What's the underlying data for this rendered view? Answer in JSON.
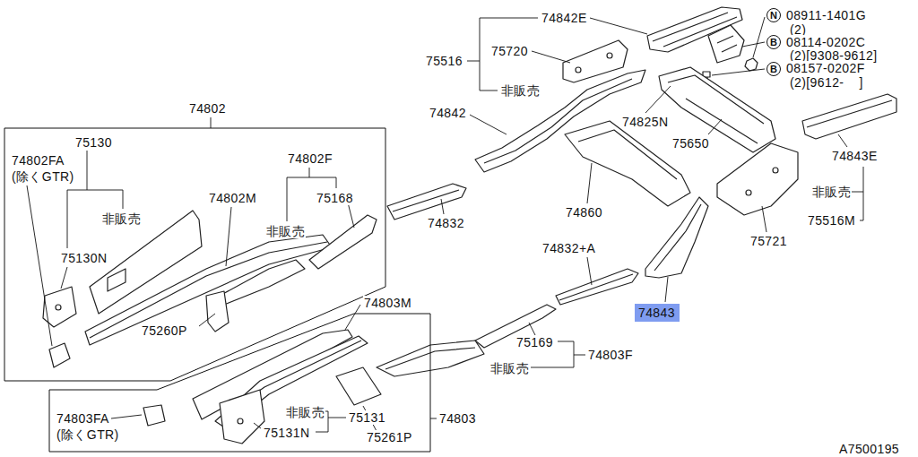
{
  "diagram": {
    "nodes": [
      {
        "text": [
          "N"
        ]
      },
      {
        "text": [
          "B"
        ]
      },
      {
        "text": [
          "B"
        ]
      },
      {
        "text": [
          "74802"
        ]
      },
      {
        "text": [
          "74843"
        ]
      },
      {
        "text": [
          "74803"
        ]
      }
    ],
    "labels": [
      "74842E",
      "08911-1401G",
      "(2)",
      "08114-0202C",
      "(2)[9308-9612]",
      "75516",
      "75720",
      "08157-0202F",
      "(2)[9612-    ]",
      "非販売",
      "74842",
      "74825N",
      "75130",
      "75650",
      "74843E",
      "74802FA",
      "74802F",
      "(除くGTR)",
      "非販売",
      "74802M",
      "75168",
      "非販売",
      "74860",
      "74832",
      "75516M",
      "非販売",
      "75721",
      "74832+A",
      "75130N",
      "74803M",
      "75260P",
      "75169",
      "74803F",
      "非販売",
      "非販売",
      "75131",
      "74803FA",
      "(除くGTR)",
      "75131N",
      "75261P",
      "A7500195"
    ]
  }
}
